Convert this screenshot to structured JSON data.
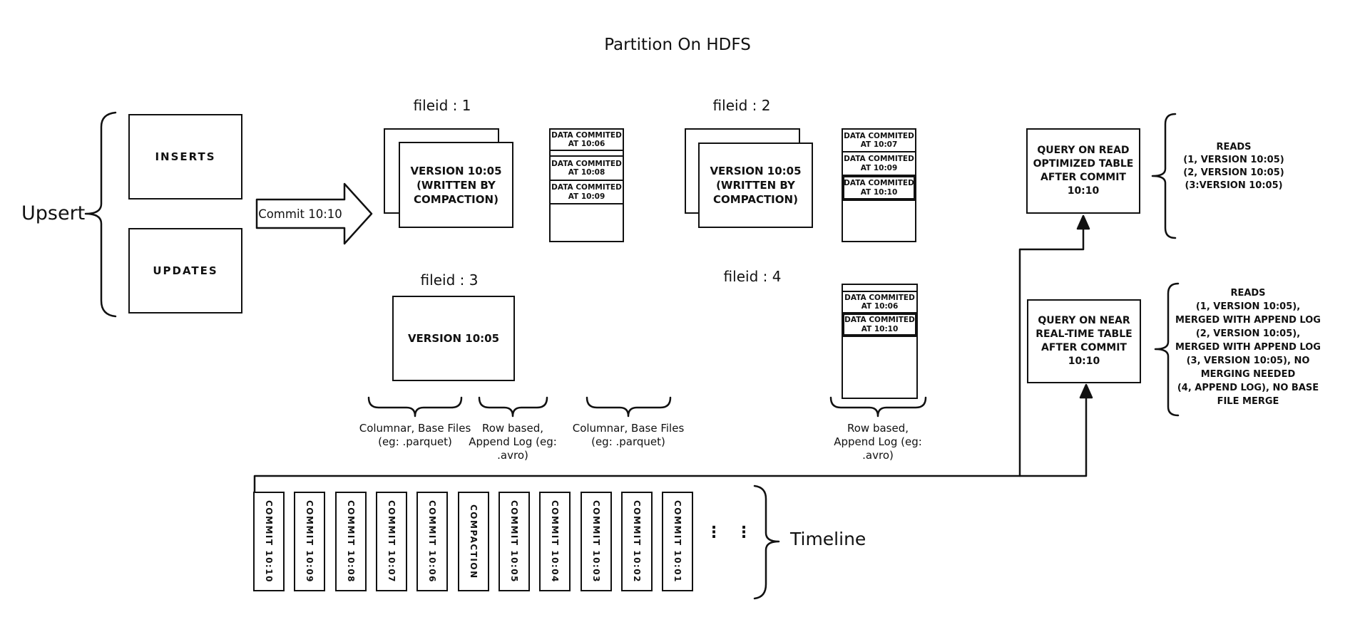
{
  "title": "Partition On HDFS",
  "upsert": {
    "label": "Upsert",
    "inserts": "INSERTS",
    "updates": "UPDATES"
  },
  "commit_arrow": {
    "label": "Commit 10:10"
  },
  "file_groups": [
    {
      "label": "fileid : 1",
      "base": "VERSION 10:05\n(WRITTEN BY\nCOMPACTION)",
      "log": [
        "DATA COMMITED\nAT 10:06",
        "DATA COMMITED\nAT 10:08",
        "DATA COMMITED\nAT 10:09"
      ]
    },
    {
      "label": "fileid : 2",
      "base": "VERSION 10:05\n(WRITTEN BY\nCOMPACTION)",
      "log": [
        "DATA COMMITED\nAT 10:07",
        "DATA COMMITED\nAT 10:09",
        "DATA COMMITED\nAT 10:10"
      ]
    },
    {
      "label": "fileid : 3",
      "base": "VERSION 10:05"
    },
    {
      "label": "fileid : 4",
      "log": [
        "DATA COMMITED\nAT 10:06",
        "DATA COMMITED\nAT 10:10"
      ]
    }
  ],
  "storage_captions": {
    "columnar": "Columnar, Base Files\n(eg: .parquet)",
    "row_based": "Row based,\nAppend Log  (eg:\n.avro)"
  },
  "queries": {
    "read_optimized": {
      "box": "QUERY ON READ\nOPTIMIZED TABLE\nAFTER COMMIT\n10:10",
      "reads": "READS\n(1, VERSION 10:05)\n(2, VERSION 10:05)\n(3:VERSION 10:05)"
    },
    "near_real_time": {
      "box": "QUERY ON NEAR\nREAL-TIME TABLE\nAFTER COMMIT\n10:10",
      "reads": "READS\n(1, VERSION 10:05),\nMERGED WITH APPEND LOG\n(2, VERSION 10:05),\nMERGED WITH APPEND LOG\n(3, VERSION 10:05), NO\nMERGING NEEDED\n(4, APPEND LOG), NO BASE\nFILE MERGE"
    }
  },
  "timeline": {
    "label": "Timeline",
    "dots": "⋮",
    "items": [
      "COMMIT 10:10",
      "COMMIT 10:09",
      "COMMIT 10:08",
      "COMMIT 10:07",
      "COMMIT 10:06",
      "COMPACTION",
      "COMMIT 10:05",
      "COMMIT 10:04",
      "COMMIT 10:03",
      "COMMIT 10:02",
      "COMMIT 10:01"
    ]
  },
  "colors": {
    "stroke": "#111111",
    "background": "#ffffff"
  }
}
